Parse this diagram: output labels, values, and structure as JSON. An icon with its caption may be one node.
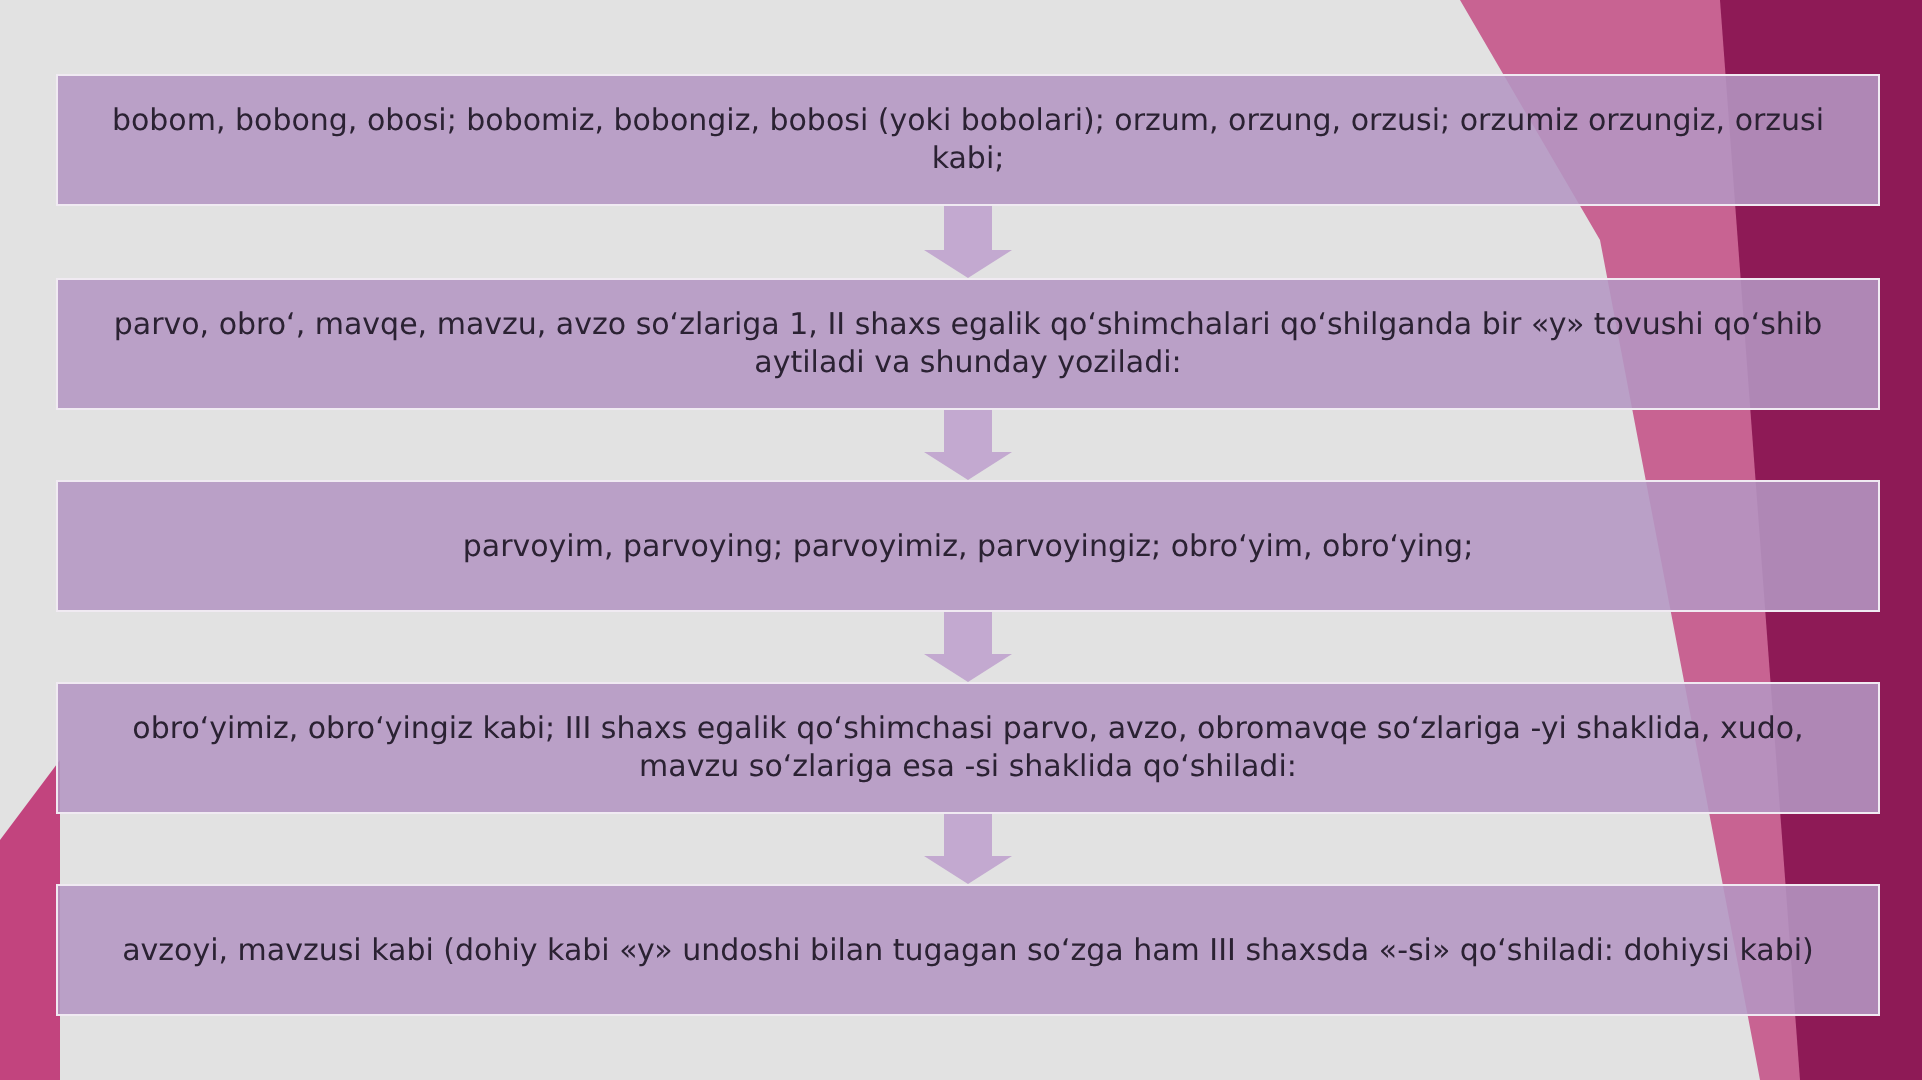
{
  "diagram": {
    "nodes": [
      {
        "text": [
          "bobom, bobong, obosi; bobomiz, bobongiz, bobosi (yoki bobolari); orzum, orzung, orzusi; orzumiz orzungiz, orzusi kabi;"
        ]
      },
      {
        "text": [
          "parvo, obro‘, mavqe, mavzu, avzo so‘zlariga 1, II shaxs egalik qo‘shimchalari qo‘shilganda bir «y» tovushi qo‘shib aytiladi va shunday yoziladi:"
        ]
      },
      {
        "text": [
          "parvoyim, parvoying; parvoyimiz, parvoyingiz; obro‘yim, obro‘ying;"
        ]
      },
      {
        "text": [
          "obro‘yimiz, obro‘yingiz kabi; III shaxs egalik qo‘shimchasi parvo, avzo, obromavqe so‘zlariga -yi shaklida, xudo, mavzu so‘zlariga esa -si shaklida qo‘shiladi:"
        ]
      },
      {
        "text": [
          "avzoyi, mavzusi kabi (dohiy kabi «y» undoshi bilan tugagan so‘zga ham III shaxsda «-si» qo‘shiladi: dohiysi kabi)"
        ]
      }
    ],
    "edges": [
      {
        "from": 0,
        "to": 1,
        "arrow": "to"
      },
      {
        "from": 1,
        "to": 2,
        "arrow": "to"
      },
      {
        "from": 2,
        "to": 3,
        "arrow": "to"
      },
      {
        "from": 3,
        "to": 4,
        "arrow": "to"
      }
    ]
  }
}
